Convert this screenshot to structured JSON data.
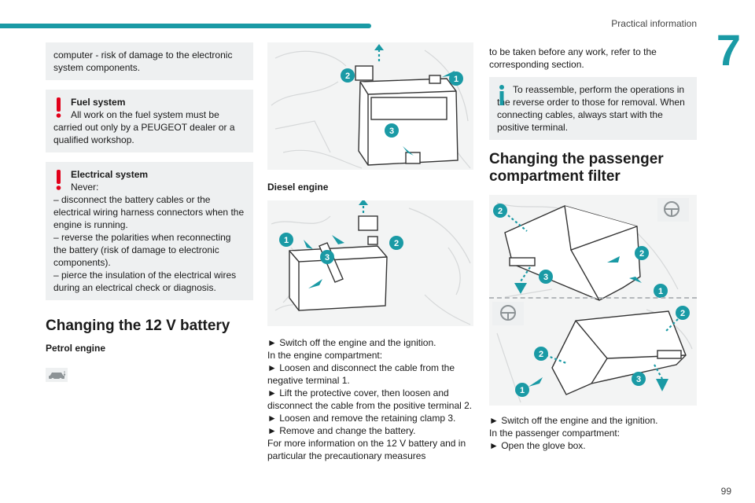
{
  "header": {
    "title": "Practical information",
    "chapter": "7",
    "page_number": "99"
  },
  "col1": {
    "intro_note": "computer - risk of damage to the electronic system components.",
    "fuel_note": {
      "title": "Fuel system",
      "text": "All work on the fuel system must be carried out only by a PEUGEOT dealer or a qualified workshop."
    },
    "electrical_note": {
      "title": "Electrical system",
      "lead": "Never:",
      "items": [
        "–  disconnect the battery cables or the electrical wiring harness connectors when the engine is running.",
        "–  reverse the polarities when reconnecting the battery (risk of damage to electronic components).",
        "–  pierce the insulation of the electrical wires during an electrical check or diagnosis."
      ]
    },
    "section_title": "Changing the 12 V battery",
    "petrol_label": "Petrol engine"
  },
  "col2": {
    "diesel_label": "Diesel engine",
    "steps": [
      "►  Switch off the engine and the ignition.",
      "In the engine compartment:",
      "►  Loosen and disconnect the cable from the negative terminal 1.",
      "►  Lift the protective cover, then loosen and disconnect the cable from the positive terminal 2.",
      "►  Loosen and remove the retaining clamp 3.",
      "►  Remove and change the battery.",
      "For more information on the 12 V battery and in particular the precautionary measures"
    ]
  },
  "col3": {
    "continued_text": "to be taken before any work, refer to the corresponding section.",
    "info_note": "To reassemble, perform the operations in the reverse order to those for removal. When connecting cables, always start with the positive terminal.",
    "section_title": "Changing the passenger compartment filter",
    "steps": [
      "►  Switch off the engine and the ignition.",
      "In the passenger compartment:",
      "►  Open the glove box."
    ]
  },
  "figure_callouts": [
    "1",
    "2",
    "3"
  ],
  "colors": {
    "accent": "#1a9aa5",
    "warning": "#e2001a",
    "note_bg": "#eef0f1"
  }
}
